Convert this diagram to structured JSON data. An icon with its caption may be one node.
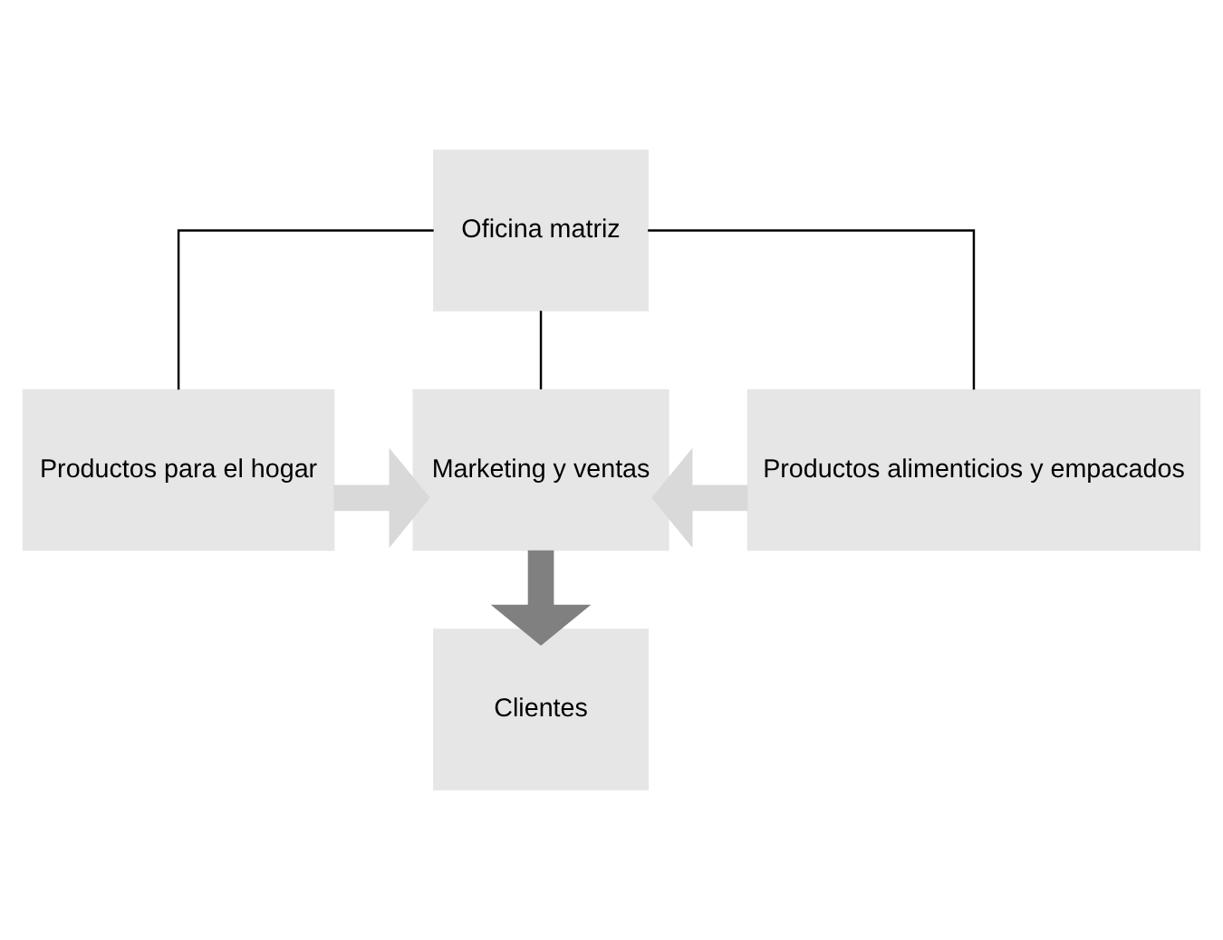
{
  "diagram": {
    "nodes": [
      {
        "text": [
          "Oficina matriz"
        ]
      },
      {
        "text": [
          "Productos para el hogar"
        ]
      },
      {
        "text": [
          "Marketing y ventas"
        ]
      },
      {
        "text": [
          "Productos alimenticios y empacados"
        ]
      },
      {
        "text": [
          "Clientes"
        ]
      }
    ],
    "edges": [
      {
        "from": 0,
        "to": 1,
        "arrow": "none"
      },
      {
        "from": 0,
        "to": 2,
        "arrow": "none"
      },
      {
        "from": 0,
        "to": 3,
        "arrow": "none"
      },
      {
        "from": 1,
        "to": 2,
        "arrow": "to",
        "style": "thick",
        "color": "#d9d9d9"
      },
      {
        "from": 3,
        "to": 2,
        "arrow": "to",
        "style": "thick",
        "color": "#d9d9d9"
      },
      {
        "from": 2,
        "to": 4,
        "arrow": "to",
        "style": "thick",
        "color": "#808080"
      }
    ]
  }
}
